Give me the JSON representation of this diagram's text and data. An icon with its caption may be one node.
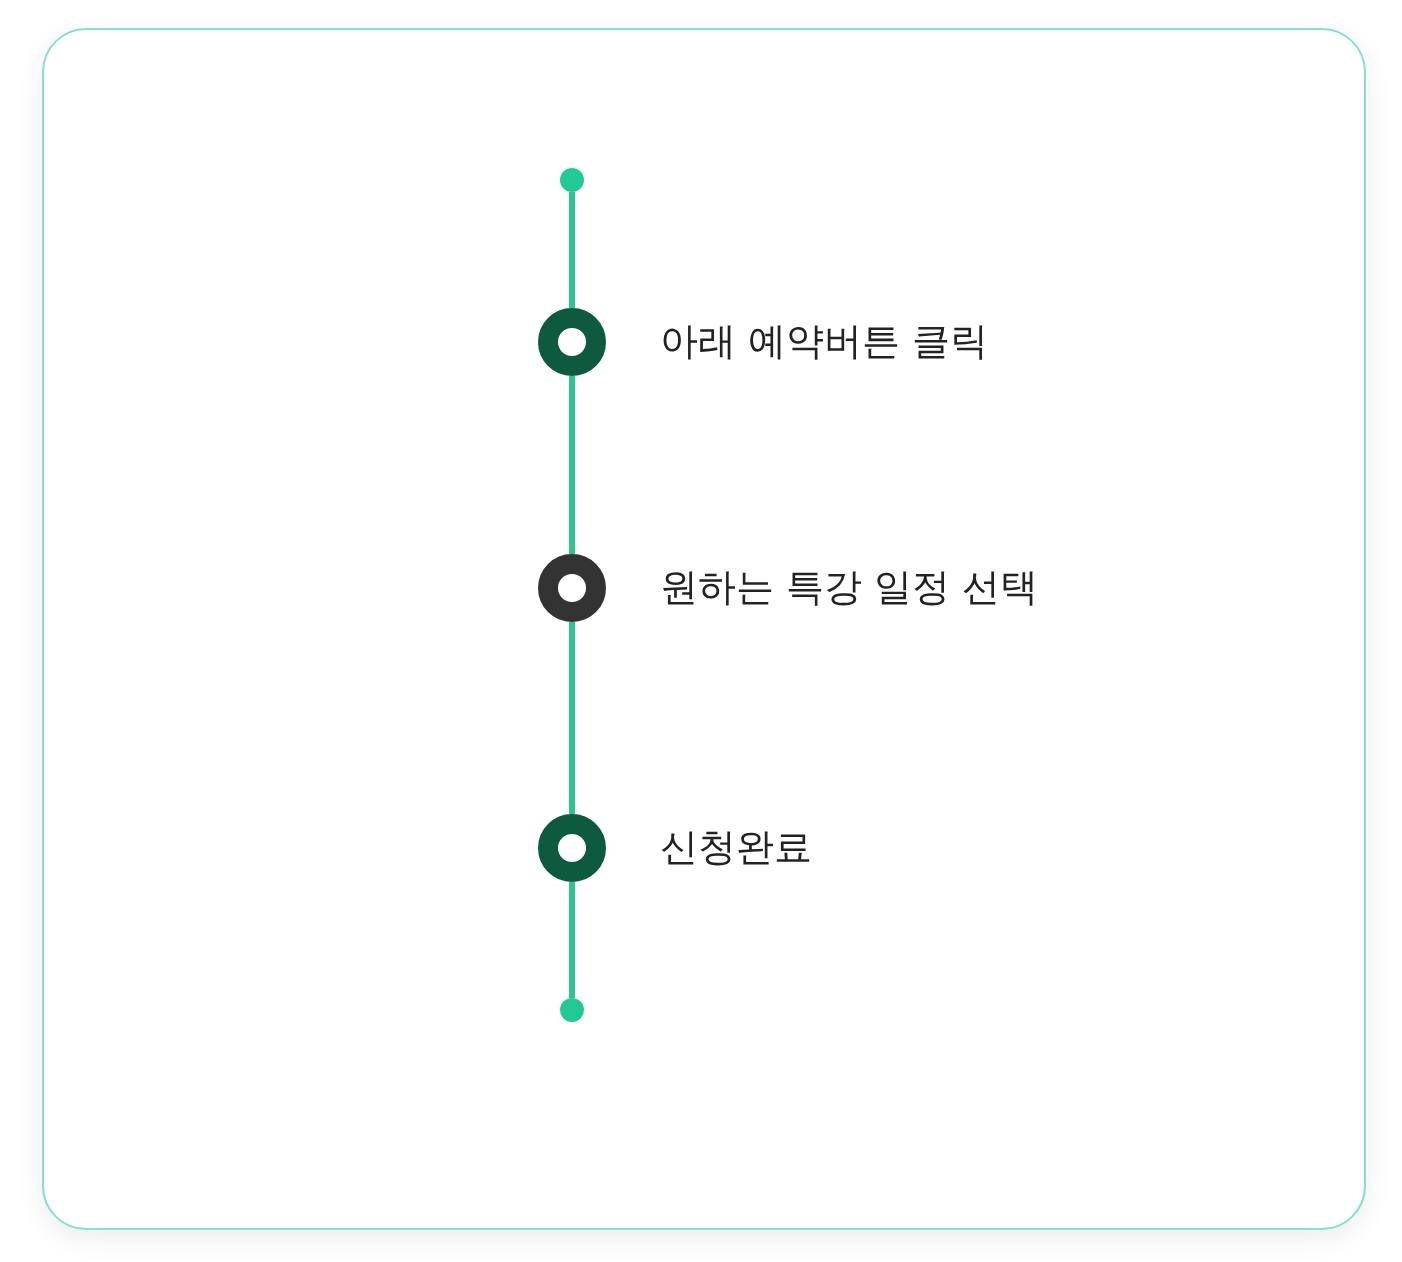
{
  "diagram": {
    "nodes": [
      {
        "text": [],
        "shape": "circle"
      },
      {
        "text": [],
        "shape": "circle",
        "beside": [
          "아래 예약버튼 클릭"
        ]
      },
      {
        "text": [],
        "shape": "circle",
        "beside": [
          "원하는 특강 일정 선택"
        ]
      },
      {
        "text": [],
        "shape": "circle",
        "beside": [
          "신청완료"
        ]
      },
      {
        "text": [],
        "shape": "circle"
      }
    ],
    "edges": [
      {
        "from": 0,
        "to": 1,
        "arrow": "none"
      },
      {
        "from": 1,
        "to": 2,
        "arrow": "none"
      },
      {
        "from": 2,
        "to": 3,
        "arrow": "none"
      },
      {
        "from": 3,
        "to": 4,
        "arrow": "none"
      }
    ]
  }
}
